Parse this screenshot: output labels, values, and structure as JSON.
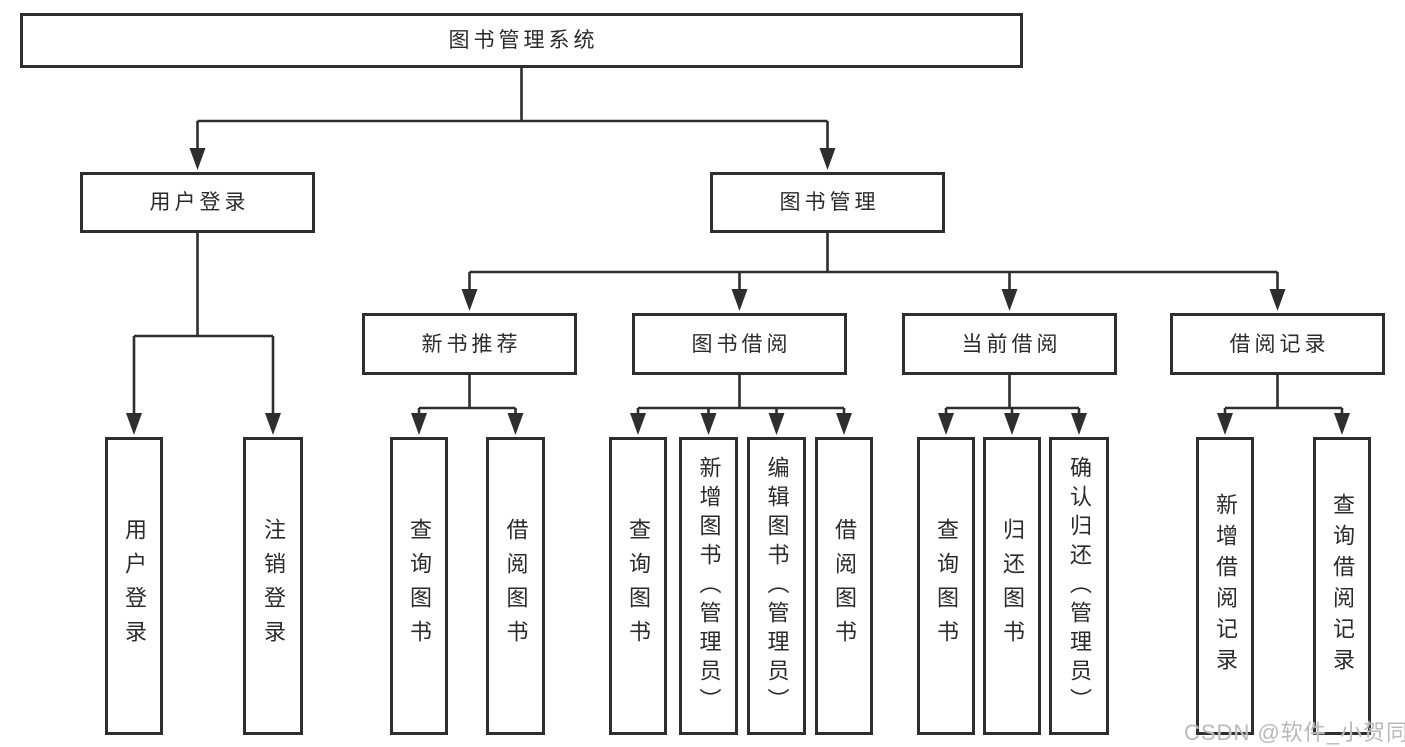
{
  "tree": {
    "root": {
      "label": "图书管理系统"
    },
    "user_login_branch": {
      "label": "用户登录",
      "children": [
        {
          "label": "用户登录"
        },
        {
          "label": "注销登录"
        }
      ]
    },
    "book_mgmt_branch": {
      "label": "图书管理",
      "sections": [
        {
          "label": "新书推荐",
          "children": [
            {
              "label": "查询图书"
            },
            {
              "label": "借阅图书"
            }
          ]
        },
        {
          "label": "图书借阅",
          "children": [
            {
              "label": "查询图书"
            },
            {
              "label": "新增图书（管理员）"
            },
            {
              "label": "编辑图书（管理员）"
            },
            {
              "label": "借阅图书"
            }
          ]
        },
        {
          "label": "当前借阅",
          "children": [
            {
              "label": "查询图书"
            },
            {
              "label": "归还图书"
            },
            {
              "label": "确认归还（管理员）"
            }
          ]
        },
        {
          "label": "借阅记录",
          "children": [
            {
              "label": "新增借阅记录"
            },
            {
              "label": "查询借阅记录"
            }
          ]
        }
      ]
    }
  },
  "watermark": "CSDN @软件_小贺同学",
  "colors": {
    "line": "#2e2e2e",
    "text": "#2b2b2b",
    "watermark": "#b9b9b9",
    "background": "#ffffff"
  }
}
